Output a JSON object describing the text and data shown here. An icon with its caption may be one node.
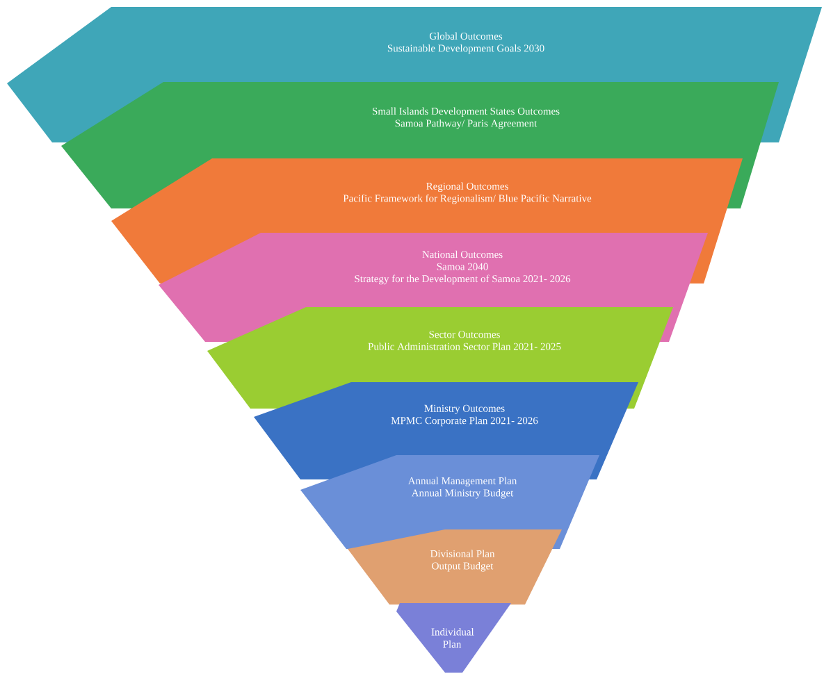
{
  "diagram": {
    "nodes": [
      {
        "text": [
          "Global Outcomes",
          "Sustainable Development Goals 2030"
        ]
      },
      {
        "text": [
          "Small Islands Development States Outcomes",
          "Samoa Pathway/ Paris Agreement"
        ]
      },
      {
        "text": [
          "Regional Outcomes",
          "Pacific Framework for Regionalism/ Blue Pacific Narrative"
        ]
      },
      {
        "text": [
          "National Outcomes",
          "Samoa 2040",
          "Strategy for the Development of Samoa 2021- 2026"
        ]
      },
      {
        "text": [
          "Sector Outcomes",
          "Public Administration Sector Plan 2021- 2025"
        ]
      },
      {
        "text": [
          "Ministry Outcomes",
          "MPMC Corporate Plan 2021- 2026"
        ]
      },
      {
        "text": [
          "Annual Management Plan",
          "Annual Ministry Budget"
        ]
      },
      {
        "text": [
          "Divisional Plan",
          "Output Budget"
        ]
      },
      {
        "text": [
          "Individual Plan"
        ]
      }
    ]
  }
}
